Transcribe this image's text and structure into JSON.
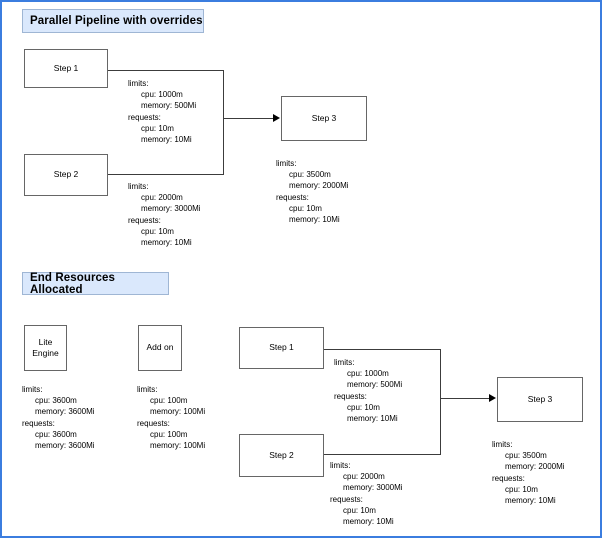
{
  "page": {
    "border_color": "#3b7ddf",
    "background": "#ffffff",
    "node_border_color": "#666666",
    "banner_fill": "#dae8fc",
    "banner_border": "#9fb6d4",
    "edge_color": "#3c3c3c"
  },
  "sections": {
    "top": {
      "banner_label": "Parallel Pipeline with  overrides",
      "nodes": {
        "step1": "Step 1",
        "step2": "Step 2",
        "step3": "Step 3"
      },
      "resources": {
        "step1": {
          "limits_label": "limits:",
          "limits_cpu": "cpu: 1000m",
          "limits_memory": "memory: 500Mi",
          "requests_label": "requests:",
          "requests_cpu": "cpu: 10m",
          "requests_memory": "memory: 10Mi"
        },
        "step2": {
          "limits_label": "limits:",
          "limits_cpu": "cpu: 2000m",
          "limits_memory": "memory: 3000Mi",
          "requests_label": "requests:",
          "requests_cpu": "cpu: 10m",
          "requests_memory": "memory: 10Mi"
        },
        "step3": {
          "limits_label": "limits:",
          "limits_cpu": "cpu: 3500m",
          "limits_memory": "memory: 2000Mi",
          "requests_label": "requests:",
          "requests_cpu": "cpu: 10m",
          "requests_memory": "memory: 10Mi"
        }
      }
    },
    "bottom": {
      "banner_label": "End Resources Allocated",
      "nodes": {
        "lite_engine_line1": "Lite",
        "lite_engine_line2": "Engine",
        "add_on": "Add on",
        "step1": "Step 1",
        "step2": "Step 2",
        "step3": "Step 3"
      },
      "resources": {
        "lite_engine": {
          "limits_label": "limits:",
          "limits_cpu": "cpu: 3600m",
          "limits_memory": "memory: 3600Mi",
          "requests_label": "requests:",
          "requests_cpu": "cpu: 3600m",
          "requests_memory": "memory: 3600Mi"
        },
        "add_on": {
          "limits_label": "limits:",
          "limits_cpu": "cpu: 100m",
          "limits_memory": "memory: 100Mi",
          "requests_label": "requests:",
          "requests_cpu": "cpu: 100m",
          "requests_memory": "memory: 100Mi"
        },
        "step1": {
          "limits_label": "limits:",
          "limits_cpu": "cpu: 1000m",
          "limits_memory": "memory: 500Mi",
          "requests_label": "requests:",
          "requests_cpu": "cpu: 10m",
          "requests_memory": "memory: 10Mi"
        },
        "step2": {
          "limits_label": "limits:",
          "limits_cpu": "cpu: 2000m",
          "limits_memory": "memory: 3000Mi",
          "requests_label": "requests:",
          "requests_cpu": "cpu: 10m",
          "requests_memory": "memory: 10Mi"
        },
        "step3": {
          "limits_label": "limits:",
          "limits_cpu": "cpu: 3500m",
          "limits_memory": "memory: 2000Mi",
          "requests_label": "requests:",
          "requests_cpu": "cpu: 10m",
          "requests_memory": "memory: 10Mi"
        }
      }
    }
  }
}
